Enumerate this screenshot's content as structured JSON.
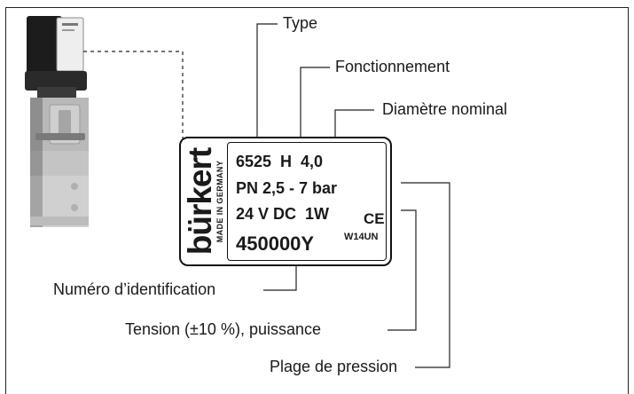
{
  "callouts": {
    "type": "Type",
    "fonctionnement": "Fonctionnement",
    "diametre": "Diamètre nominal",
    "numero": "Numéro d’identification",
    "tension": "Tension (±10 %), puissance",
    "plage": "Plage de pression"
  },
  "plate": {
    "brand": "bürkert",
    "made_in": "MADE IN GERMANY",
    "line1": "6525  H  4,0",
    "line2": "PN 2,5 - 7 bar",
    "line3": "24 V DC  1W",
    "ident": "450000Y",
    "ce_mark": "CE",
    "code": "W14UN"
  }
}
